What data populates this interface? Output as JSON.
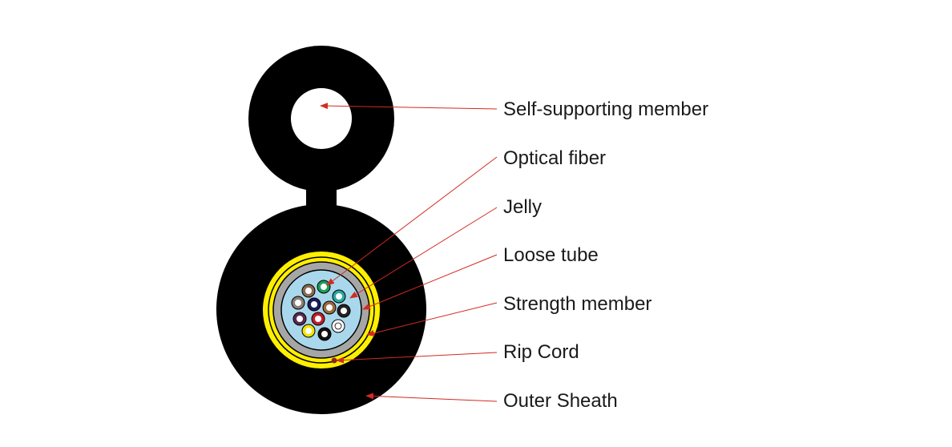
{
  "labels": {
    "self_supporting_member": "Self-supporting member",
    "optical_fiber": "Optical fiber",
    "jelly": "Jelly",
    "loose_tube": "Loose tube",
    "strength_member": "Strength member",
    "rip_cord": "Rip Cord",
    "outer_sheath": "Outer Sheath"
  },
  "colors": {
    "sheath": "#000000",
    "strength_member_yellow": "#ffef00",
    "loose_tube_gray": "#a6a6a6",
    "jelly_blue": "#a9d8ec",
    "leader_line": "#d32a23",
    "rip_cord": "#8a2a1a"
  },
  "fiber_colors": [
    "green",
    "brown",
    "teal",
    "gray",
    "navy",
    "brown",
    "black",
    "purple",
    "red",
    "white",
    "yellow",
    "black"
  ]
}
